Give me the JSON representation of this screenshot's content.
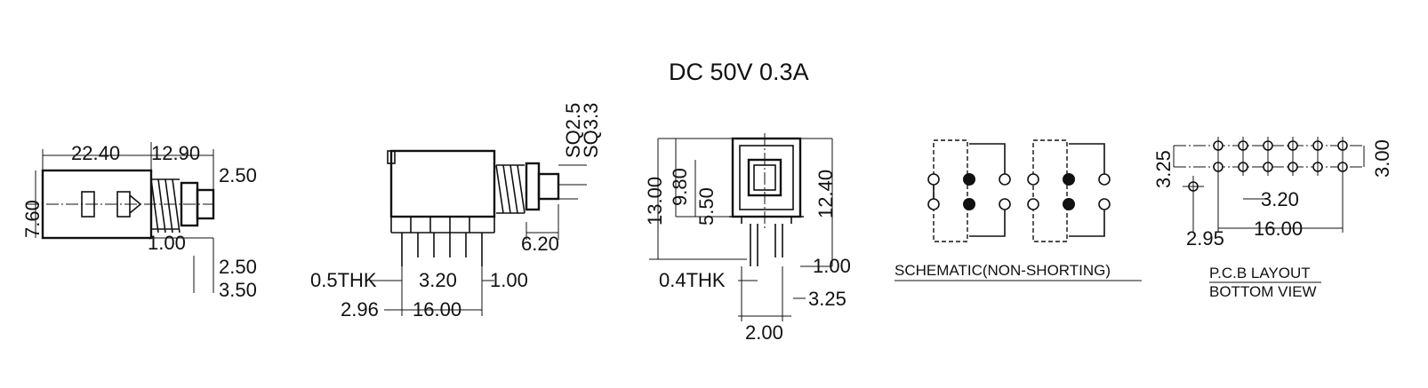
{
  "title": "DC  50V  0.3A",
  "front_view": {
    "dims": [
      "22.40",
      "12.90",
      "7.60",
      "2.50",
      "1.00",
      "2.50",
      "3.50"
    ]
  },
  "side_view": {
    "dims": [
      "SQ2.5",
      "SQ3.3",
      "6.20",
      "0.5THK",
      "3.20",
      "1.00",
      "2.96",
      "16.00"
    ]
  },
  "end_view": {
    "dims": [
      "13.00",
      "9.80",
      "5.50",
      "12.40",
      "1.00",
      "0.4THK",
      "3.25",
      "2.00"
    ]
  },
  "schematic": {
    "caption": "SCHEMATIC(NON-SHORTING)"
  },
  "pcb_layout": {
    "dims": [
      "3.25",
      "3.00",
      "3.20",
      "2.95",
      "16.00"
    ],
    "caption_line1": "P.C.B LAYOUT",
    "caption_line2": "BOTTOM VIEW"
  }
}
